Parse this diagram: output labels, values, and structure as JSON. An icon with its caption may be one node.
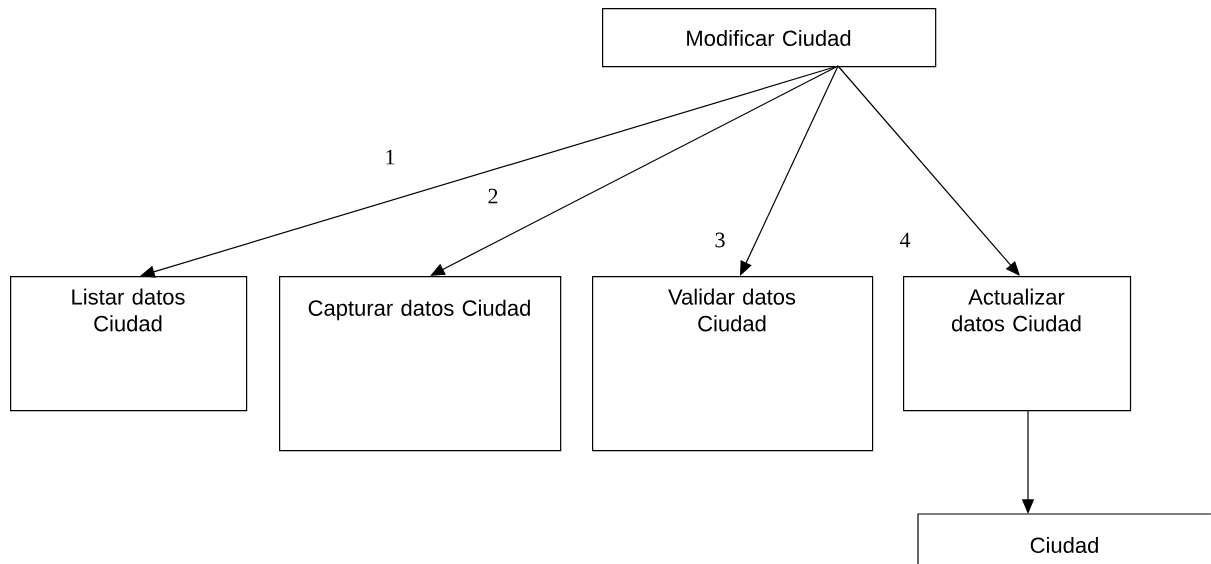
{
  "diagram": {
    "nodes": [
      {
        "text": [
          "Modificar Ciudad"
        ]
      },
      {
        "text": [
          "Listar datos Ciudad"
        ]
      },
      {
        "text": [
          "Capturar datos Ciudad"
        ]
      },
      {
        "text": [
          "Validar datos Ciudad"
        ]
      },
      {
        "text": [
          "Actualizar datos Ciudad"
        ]
      },
      {
        "text": [
          "Ciudad"
        ]
      }
    ],
    "edges": [
      {
        "from": 0,
        "to": 1,
        "arrow": "to",
        "label": "1"
      },
      {
        "from": 0,
        "to": 2,
        "arrow": "to",
        "label": "2"
      },
      {
        "from": 0,
        "to": 3,
        "arrow": "to",
        "label": "3"
      },
      {
        "from": 0,
        "to": 4,
        "arrow": "to",
        "label": "4"
      },
      {
        "from": 4,
        "to": 5,
        "arrow": "to"
      }
    ]
  }
}
